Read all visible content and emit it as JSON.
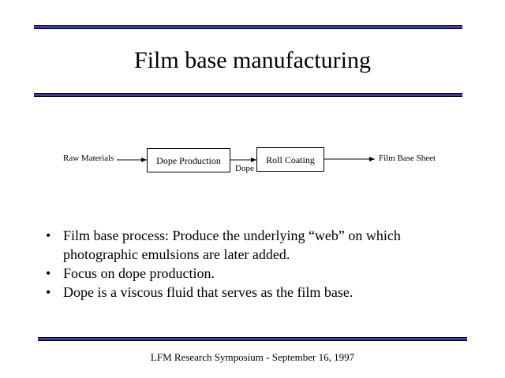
{
  "title": "Film base manufacturing",
  "diagram": {
    "input_label": "Raw Materials",
    "box1_label": "Dope Production",
    "link_label": "Dope",
    "box2_label": "Roll Coating",
    "output_label": "Film Base Sheet"
  },
  "bullets": [
    {
      "line1": "Film base process: Produce the underlying “web” on which",
      "line2": "photographic emulsions are later added."
    },
    {
      "line1": "Focus on dope production.",
      "line2": ""
    },
    {
      "line1": "Dope is a viscous fluid that serves as the film base.",
      "line2": ""
    }
  ],
  "bullet_glyph": "•",
  "footer": "LFM Research Symposium -  September 16, 1997",
  "colors": {
    "rule": "#3a3ab0"
  }
}
